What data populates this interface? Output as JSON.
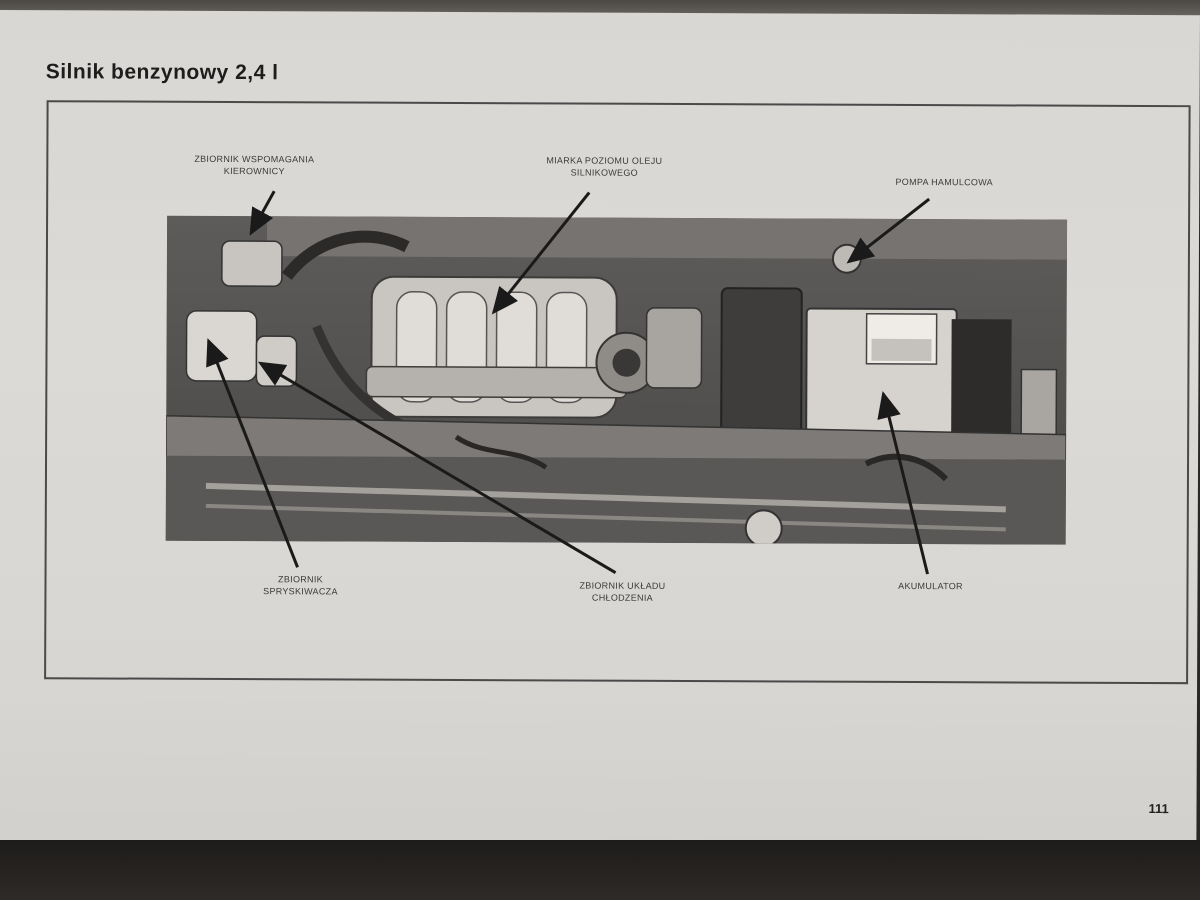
{
  "title": "Silnik benzynowy 2,4 l",
  "labels": {
    "steering_reservoir": [
      "ZBIORNIK WSPOMAGANIA",
      "KIEROWNICY"
    ],
    "oil_dipstick": [
      "MIARKA POZIOMU OLEJU",
      "SILNIKOWEGO"
    ],
    "brake_pump": [
      "POMPA HAMULCOWA"
    ],
    "washer_reservoir": [
      "ZBIORNIK",
      "SPRYSKIWACZA"
    ],
    "coolant_reservoir": [
      "ZBIORNIK UKŁADU",
      "CHŁODZENIA"
    ],
    "battery": [
      "AKUMULATOR"
    ]
  },
  "page_number": "111"
}
